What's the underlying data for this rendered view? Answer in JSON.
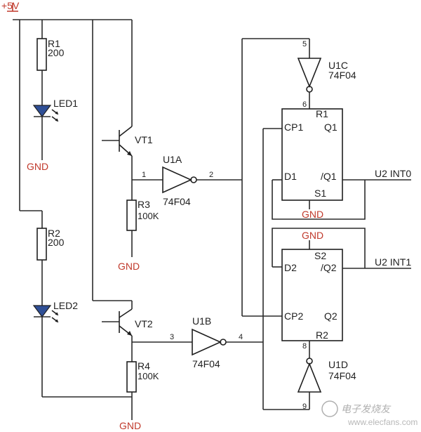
{
  "supply": {
    "label": "+5V"
  },
  "resistors": {
    "r1": {
      "name": "R1",
      "value": "200"
    },
    "r2": {
      "name": "R2",
      "value": "200"
    },
    "r3": {
      "name": "R3",
      "value": "100K"
    },
    "r4": {
      "name": "R4",
      "value": "100K"
    }
  },
  "leds": {
    "led1": "LED1",
    "led2": "LED2"
  },
  "transistors": {
    "vt1": "VT1",
    "vt2": "VT2"
  },
  "gnd": {
    "label": "GND"
  },
  "inverters": {
    "u1a": {
      "name": "U1A",
      "part": "74F04",
      "pin_in": "1",
      "pin_out": "2"
    },
    "u1b": {
      "name": "U1B",
      "part": "74F04",
      "pin_in": "3",
      "pin_out": "4"
    },
    "u1c": {
      "name": "U1C",
      "part": "74F04",
      "pin_top": "5",
      "pin_bottom": "6"
    },
    "u1d": {
      "name": "U1D",
      "part": "74F04",
      "pin_top": "8",
      "pin_bottom": "9"
    }
  },
  "flipflop1": {
    "cp": "CP1",
    "q": "Q1",
    "d": "D1",
    "qn": "/Q1",
    "r": "R1",
    "s": "S1",
    "output": "U2 INT0"
  },
  "flipflop2": {
    "cp": "CP2",
    "q": "Q2",
    "d": "D2",
    "qn": "/Q2",
    "r": "R2",
    "s": "S2",
    "output": "U2 INT1"
  },
  "watermark": {
    "cn": "电子发烧友",
    "url": "www.elecfans.com"
  }
}
